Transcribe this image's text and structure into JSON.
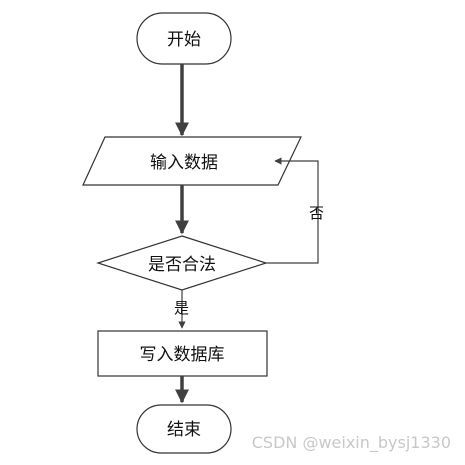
{
  "diagram": {
    "nodes": {
      "start": "开始",
      "input": "输入数据",
      "decision": "是否合法",
      "write": "写入数据库",
      "end": "结束"
    },
    "edge_labels": {
      "no": "否",
      "yes": "是"
    }
  },
  "watermark": "CSDN @weixin_bysj1330",
  "colors": {
    "outline": "#333333",
    "arrow": "#404040",
    "text": "#111111"
  }
}
